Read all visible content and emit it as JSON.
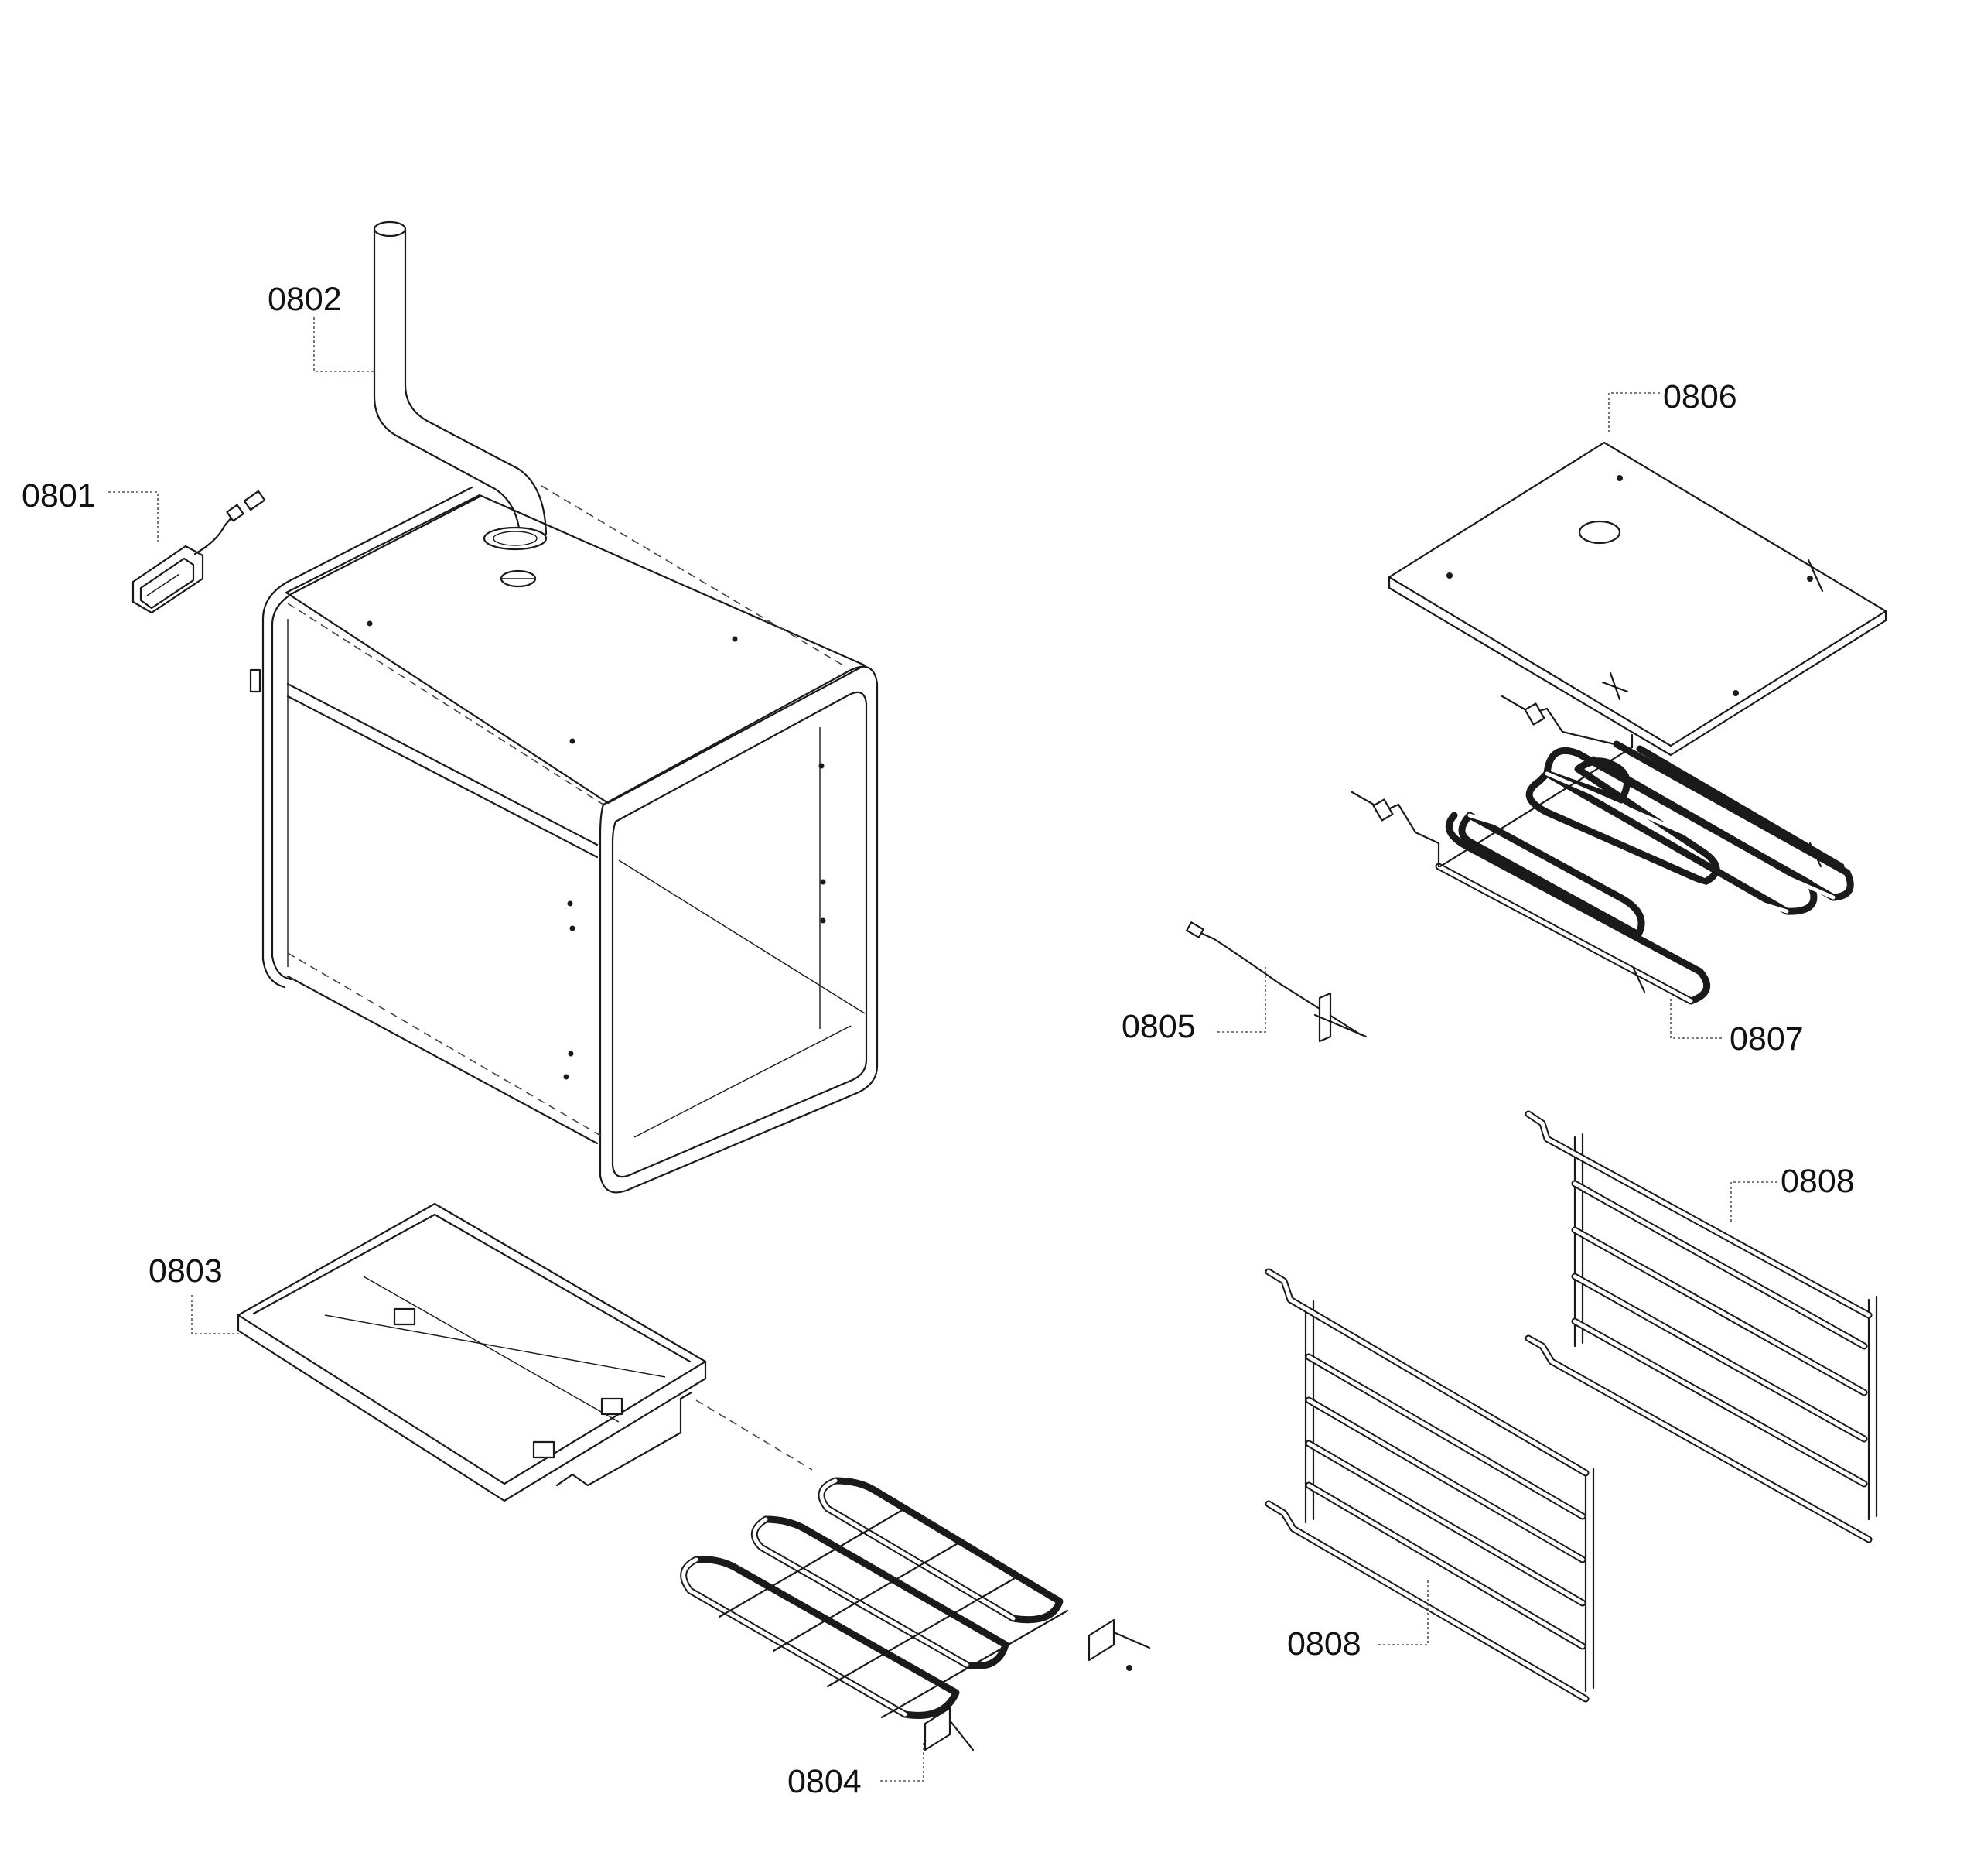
{
  "parts": [
    {
      "id": "p0801",
      "number": "0801"
    },
    {
      "id": "p0802",
      "number": "0802"
    },
    {
      "id": "p0803",
      "number": "0803"
    },
    {
      "id": "p0804",
      "number": "0804"
    },
    {
      "id": "p0805",
      "number": "0805"
    },
    {
      "id": "p0806",
      "number": "0806"
    },
    {
      "id": "p0807",
      "number": "0807"
    },
    {
      "id": "p0808a",
      "number": "0808"
    },
    {
      "id": "p0808b",
      "number": "0808"
    }
  ]
}
